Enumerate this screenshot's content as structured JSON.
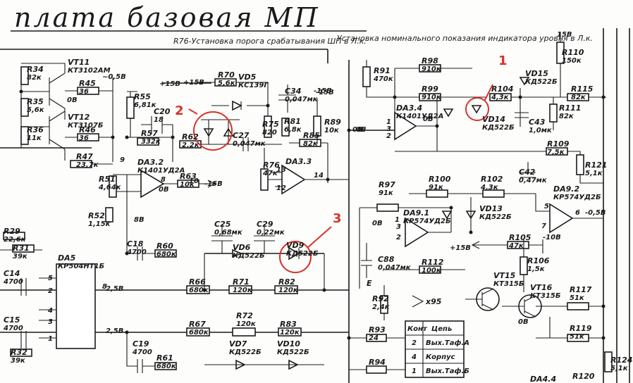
{
  "title": "плата базовая МП",
  "notes": {
    "r76": "R76-Установка порога срабатывания ШП в Л.к.",
    "indicator": "Установка номинального показания индикатора уровня в Л.к."
  },
  "markers": [
    "1",
    "2",
    "3"
  ],
  "rails": {
    "plus15": "+15В",
    "minus15": "-15В",
    "minus05": "~0,5В",
    "zero": "0В"
  },
  "components": [
    {
      "ref": "R34",
      "val": "82к"
    },
    {
      "ref": "VT11",
      "val": "КТ3102АМ"
    },
    {
      "ref": "R45",
      "val": "36"
    },
    {
      "ref": "R35",
      "val": "5,6к"
    },
    {
      "ref": "VT12",
      "val": "КТ3107Б"
    },
    {
      "ref": "R36",
      "val": "11к"
    },
    {
      "ref": "R46",
      "val": "36"
    },
    {
      "ref": "R47",
      "val": "23,7к"
    },
    {
      "ref": "R55",
      "val": "6,81к"
    },
    {
      "ref": "C20",
      "val": "18"
    },
    {
      "ref": "R57",
      "val": "332к"
    },
    {
      "ref": "R62",
      "val": "2,2к"
    },
    {
      "ref": "R70",
      "val": "5,6к"
    },
    {
      "ref": "VD5",
      "val": "КС139Г"
    },
    {
      "ref": "C34",
      "val": "0,047мк"
    },
    {
      "ref": "C27",
      "val": "0,047мк"
    },
    {
      "ref": "R75",
      "val": "820"
    },
    {
      "ref": "R81",
      "val": "6,8к"
    },
    {
      "ref": "R85",
      "val": "82к"
    },
    {
      "ref": "R89",
      "val": "10к"
    },
    {
      "ref": "R76",
      "val": "47к"
    },
    {
      "ref": "DA3.2",
      "val": "К1401УД2А"
    },
    {
      "ref": "DA3.3",
      "val": ""
    },
    {
      "ref": "R63",
      "val": "10к"
    },
    {
      "ref": "R51",
      "val": "4,64к"
    },
    {
      "ref": "R52",
      "val": "1,15к"
    },
    {
      "ref": "R91",
      "val": "470к"
    },
    {
      "ref": "R98",
      "val": "910к"
    },
    {
      "ref": "R99",
      "val": "910к"
    },
    {
      "ref": "DA3.4",
      "val": "К1401УД2А"
    },
    {
      "ref": "R104",
      "val": "4,3к"
    },
    {
      "ref": "VD14",
      "val": "КД522Б"
    },
    {
      "ref": "VD15",
      "val": "КД522Б"
    },
    {
      "ref": "C43",
      "val": "1,0мк"
    },
    {
      "ref": "R110",
      "val": "150к"
    },
    {
      "ref": "R111",
      "val": "82к"
    },
    {
      "ref": "R115",
      "val": "82к"
    },
    {
      "ref": "R109",
      "val": "7,5к"
    },
    {
      "ref": "R121",
      "val": "5,1к"
    },
    {
      "ref": "R97",
      "val": "91к"
    },
    {
      "ref": "R100",
      "val": "91к"
    },
    {
      "ref": "R102",
      "val": "4,3к"
    },
    {
      "ref": "C42",
      "val": "0,47мк"
    },
    {
      "ref": "DA9.2",
      "val": "КР574УД2Б"
    },
    {
      "ref": "DA9.1",
      "val": "КР574УД2Б"
    },
    {
      "ref": "VD13",
      "val": "КД522Б"
    },
    {
      "ref": "R105",
      "val": "47к"
    },
    {
      "ref": "C88",
      "val": "0,047мк"
    },
    {
      "ref": "R112",
      "val": "100к"
    },
    {
      "ref": "R106",
      "val": "1,5к"
    },
    {
      "ref": "VT15",
      "val": "КТ315Б"
    },
    {
      "ref": "VT16",
      "val": "КТ315Б"
    },
    {
      "ref": "R117",
      "val": "51к"
    },
    {
      "ref": "R119",
      "val": "51к"
    },
    {
      "ref": "R92",
      "val": "2,4к"
    },
    {
      "ref": "R93",
      "val": "24"
    },
    {
      "ref": "R94",
      "val": ""
    },
    {
      "ref": "R29",
      "val": "22,6к"
    },
    {
      "ref": "R31",
      "val": "39к"
    },
    {
      "ref": "C14",
      "val": "4700"
    },
    {
      "ref": "DA5",
      "val": "КР504НТ1Б"
    },
    {
      "ref": "C18",
      "val": "4700"
    },
    {
      "ref": "R60",
      "val": "680к"
    },
    {
      "ref": "C25",
      "val": "0,68мк"
    },
    {
      "ref": "C29",
      "val": "0,22мк"
    },
    {
      "ref": "VD6",
      "val": "КД522Б"
    },
    {
      "ref": "VD9",
      "val": "КД522Б"
    },
    {
      "ref": "R66",
      "val": "680к"
    },
    {
      "ref": "R71",
      "val": "120к"
    },
    {
      "ref": "R82",
      "val": "120к"
    },
    {
      "ref": "C15",
      "val": "4700"
    },
    {
      "ref": "R32",
      "val": "39к"
    },
    {
      "ref": "R67",
      "val": "680к"
    },
    {
      "ref": "R72",
      "val": "120к"
    },
    {
      "ref": "R83",
      "val": "120к"
    },
    {
      "ref": "VD7",
      "val": "КД522Б"
    },
    {
      "ref": "VD10",
      "val": "КД522Б"
    },
    {
      "ref": "C19",
      "val": "4700"
    },
    {
      "ref": "R61",
      "val": "680к"
    },
    {
      "ref": "R124",
      "val": "5,1к"
    },
    {
      "ref": "R120",
      "val": ""
    },
    {
      "ref": "DA4.4",
      "val": ""
    }
  ],
  "voltages": [
    "2,5В",
    "2,5В",
    "0В",
    "0В",
    "8В",
    "0В",
    "0В",
    "0В",
    "0В",
    "-0,5В",
    "-10В",
    "-15В",
    "-15В",
    "15В",
    "+15В",
    "+15В"
  ],
  "connector_table": {
    "headers": [
      "Конт",
      "Цепь"
    ],
    "rows": [
      {
        "pin": "2",
        "net": "Вых.Таф.А"
      },
      {
        "pin": "4",
        "net": "Корпус"
      },
      {
        "pin": "1",
        "net": "Вых.Таф.Б"
      }
    ]
  },
  "x_labels": {
    "x95": "x95",
    "e": "E"
  },
  "pin_numbers": [
    "9",
    "8",
    "10",
    "14",
    "13",
    "12",
    "3",
    "1",
    "2",
    "6",
    "5",
    "7",
    "3",
    "1",
    "2",
    "5",
    "4",
    "3",
    "8",
    "2",
    "1"
  ]
}
